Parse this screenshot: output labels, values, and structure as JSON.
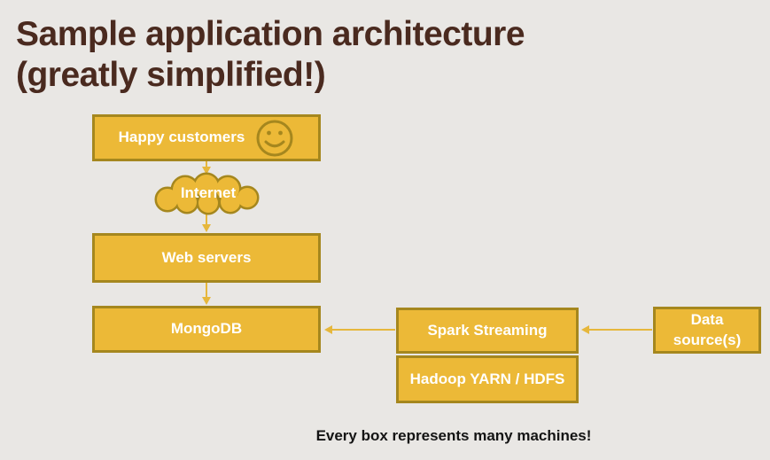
{
  "title": {
    "line1": "Sample application architecture",
    "line2": "(greatly simplified!)"
  },
  "nodes": {
    "happy_customers": {
      "label": "Happy customers",
      "icon": "smiley-face"
    },
    "internet": {
      "label": "Internet",
      "shape": "cloud"
    },
    "web_servers": {
      "label": "Web servers"
    },
    "mongodb": {
      "label": "MongoDB"
    },
    "spark_streaming": {
      "label": "Spark Streaming"
    },
    "hadoop": {
      "label": "Hadoop YARN / HDFS"
    },
    "data_sources": {
      "label": "Data source(s)"
    }
  },
  "edges": [
    {
      "from": "happy_customers",
      "to": "internet",
      "direction": "down"
    },
    {
      "from": "internet",
      "to": "web_servers",
      "direction": "down"
    },
    {
      "from": "web_servers",
      "to": "mongodb",
      "direction": "down"
    },
    {
      "from": "spark_streaming",
      "to": "mongodb",
      "direction": "left"
    },
    {
      "from": "data_sources",
      "to": "spark_streaming",
      "direction": "left"
    }
  ],
  "footer": {
    "note": "Every box represents many machines!"
  },
  "colors": {
    "background": "#E9E7E4",
    "box_fill": "#ECB937",
    "box_border": "#A5871E",
    "arrow": "#E6B73C",
    "title_text": "#4A2A1F",
    "box_label_text": "#FFFFFF",
    "footer_text": "#141414"
  }
}
